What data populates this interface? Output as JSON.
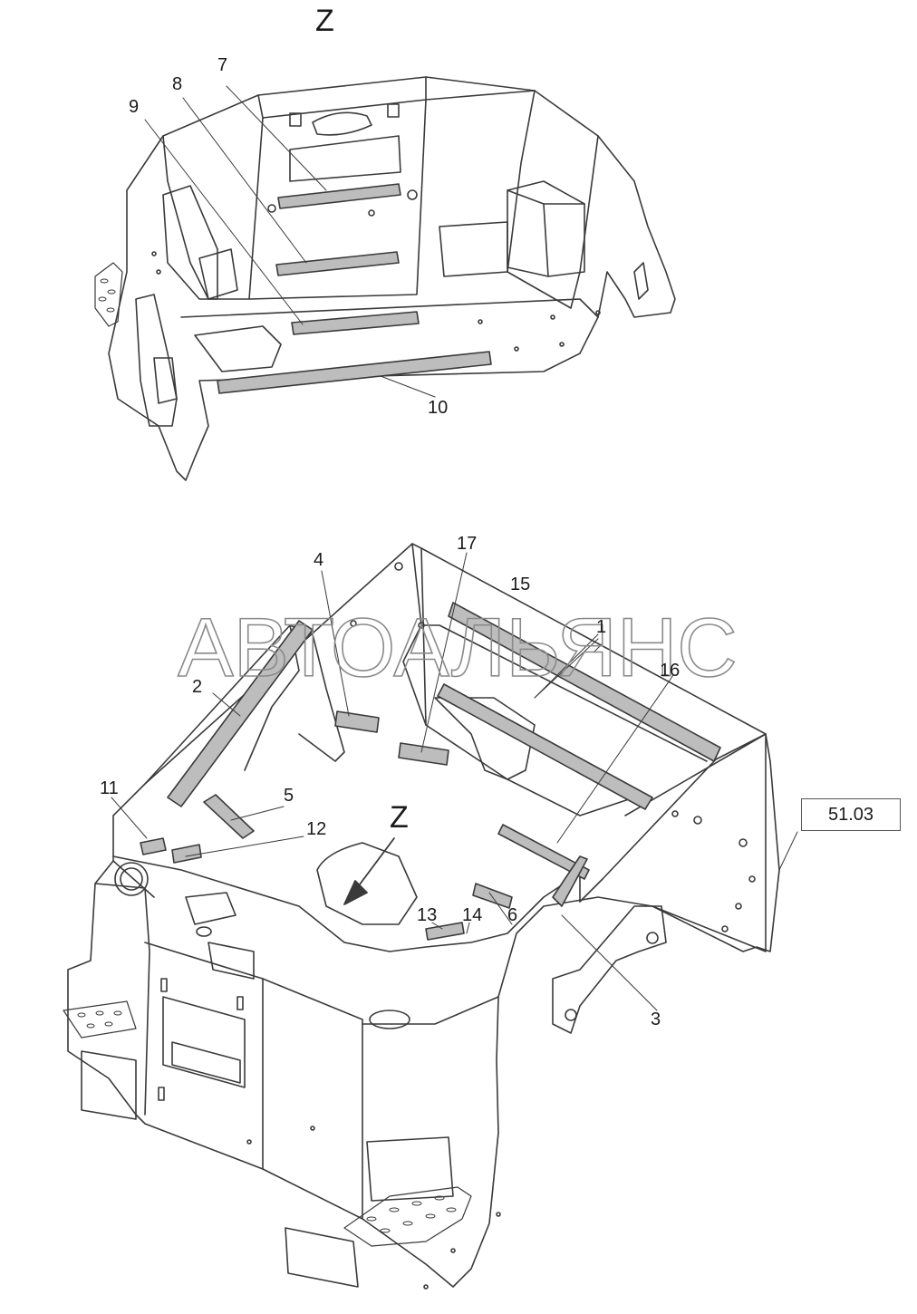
{
  "view_letter_top": "Z",
  "view_letter_arrow": "Z",
  "reference_box": "51.03",
  "watermark": "АВТОАЛЬЯНС",
  "callouts": {
    "c1": "1",
    "c2": "2",
    "c3": "3",
    "c4": "4",
    "c5": "5",
    "c6": "6",
    "c7": "7",
    "c8": "8",
    "c9": "9",
    "c10": "10",
    "c11": "11",
    "c12": "12",
    "c13": "13",
    "c14": "14",
    "c15": "15",
    "c16": "16",
    "c17": "17"
  },
  "colors": {
    "line": "#3a3a3a",
    "strip_fill": "#bdbdbd",
    "background": "#ffffff"
  }
}
